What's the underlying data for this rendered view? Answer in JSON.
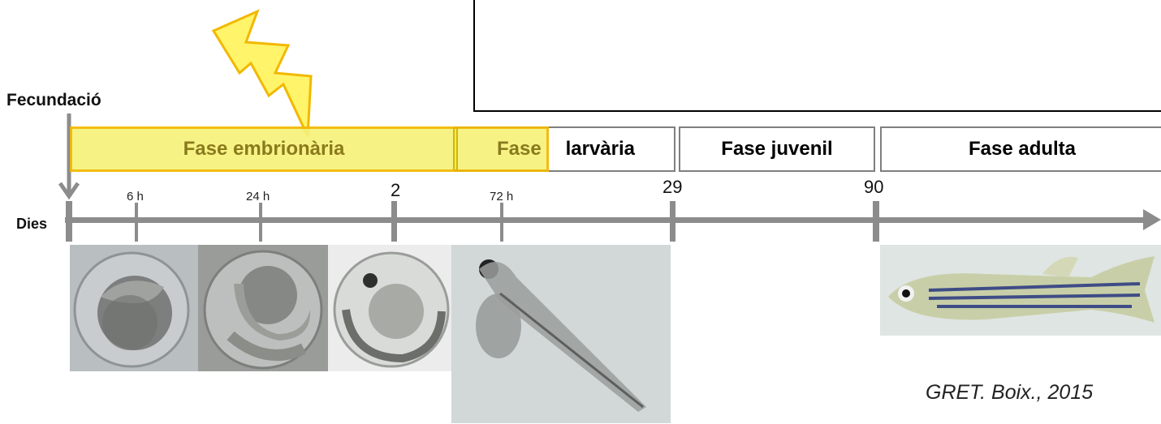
{
  "labels": {
    "fecundacio": "Fecundació",
    "dies": "Dies",
    "citation": "GRET. Boix., 2015"
  },
  "phases": {
    "embrionaria": "Fase embrionària",
    "larvaria_prefix": "Fase",
    "larvaria": "larvària",
    "juvenil": "Fase juvenil",
    "adulta": "Fase adulta"
  },
  "ticks": {
    "h6": "6 h",
    "h24": "24 h",
    "d2": "2",
    "h72": "72 h",
    "d29": "29",
    "d90": "90"
  },
  "colors": {
    "embryo_fill": "#f6f27a",
    "embryo_border": "#f2b800",
    "timeline": "#8c8c8c",
    "lightning_fill": "#fff46a",
    "lightning_stroke": "#f2b800"
  },
  "icons": {
    "lightning": "lightning-bolt-icon"
  }
}
